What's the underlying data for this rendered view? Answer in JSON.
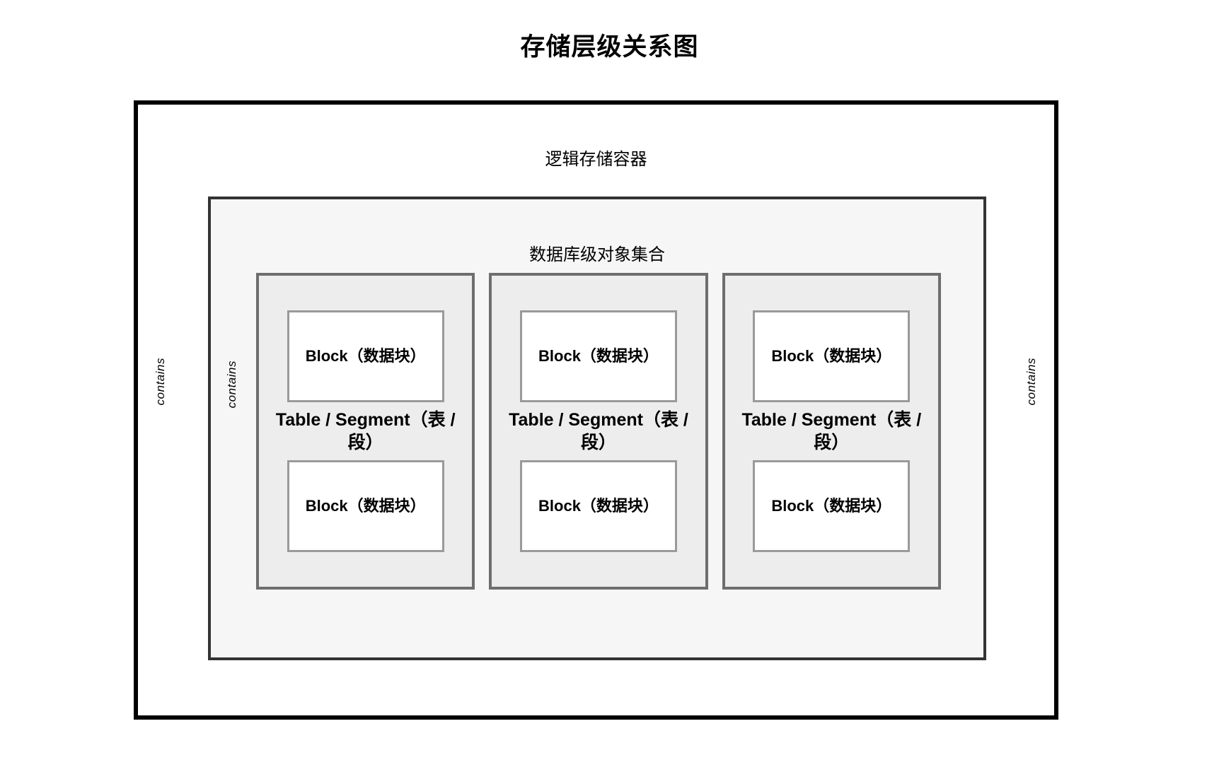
{
  "title": "存储层级关系图",
  "diagram": {
    "type": "nested-containment",
    "outer": {
      "label": "逻辑存储容器",
      "edge_label_left": "contains",
      "edge_label_right": "contains",
      "border_color": "#000000",
      "fill_color": "#ffffff"
    },
    "middle": {
      "label": "数据库级对象集合",
      "edge_label_left": "contains",
      "border_color": "#333333",
      "fill_color": "#f6f6f6"
    },
    "segments": [
      {
        "label": "Table / Segment（表 / 段）",
        "border_color": "#6e6e6e",
        "fill_color": "#ededed",
        "blocks": [
          {
            "label": "Block（数据块）"
          },
          {
            "label": "Block（数据块）"
          }
        ]
      },
      {
        "label": "Table / Segment（表 / 段）",
        "border_color": "#6e6e6e",
        "fill_color": "#ededed",
        "blocks": [
          {
            "label": "Block（数据块）"
          },
          {
            "label": "Block（数据块）"
          }
        ]
      },
      {
        "label": "Table / Segment（表 / 段）",
        "border_color": "#6e6e6e",
        "fill_color": "#ededed",
        "blocks": [
          {
            "label": "Block（数据块）"
          },
          {
            "label": "Block（数据块）"
          }
        ]
      }
    ]
  }
}
